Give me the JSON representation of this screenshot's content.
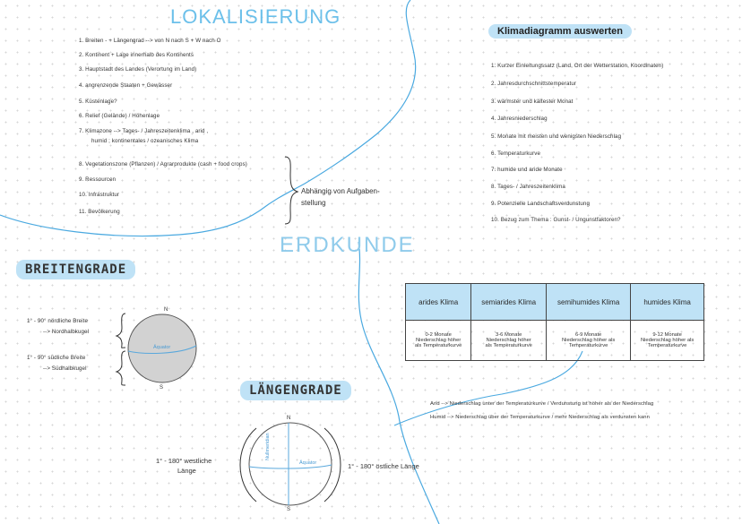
{
  "localization": {
    "title": "LOKALISIERUNG",
    "items": [
      "1. Breiten - + Längengrad --> von N nach S   + W nach O",
      "2. Kontinent + Lage innerhalb des Kontinents",
      "3. Hauptstadt des Landes (Verortung im Land)",
      "4. angrenzende Staaten + Gewässer",
      "5. Küstenlage?",
      "6. Relief (Gelände) / Höhenlage",
      "7. Klimazone --> Tages- / Jahreszeitenklima , arid ,",
      "humid ; kontinentales / ozeanisches Klima",
      "8. Vegetationszone (Pflanzen) / Agrarprodukte (cash + food crops)",
      "9. Ressourcen",
      "10. Infrastruktur",
      "11. Bevölkerung"
    ],
    "brace_note_line1": "Abhängig von Aufgaben-",
    "brace_note_line2": "stellung"
  },
  "center_title": "ERDKUNDE",
  "climate_eval": {
    "title": "Klimadiagramm auswerten",
    "items": [
      "1. Kurzer Einleitungssatz (Land, Ort der Wetterstation, Koordinaten)",
      "2. Jahresdurchschnittstemperatur",
      "3. wärmster und kältester Monat",
      "4. Jahresniederschlag",
      "5. Monate mit meisten und wenigsten Niederschlag",
      "6. Temperaturkurve",
      "7. humide und aride Monate",
      "8. Tages- / Jahreszeitenklima",
      "9. Potenzielle Landschaftsverdunstung",
      "10. Bezug zum Thema :   Gunst- / Ungunstfaktoren?"
    ]
  },
  "climate_table": {
    "headers": [
      "arides Klima",
      "semiarides Klima",
      "semihumides Klima",
      "humides Klima"
    ],
    "cells": [
      [
        "0-2 Monate",
        "Niederschlag höher",
        "als Temperaturkurve"
      ],
      [
        "3-6 Monate",
        "Niederschlag höher",
        "als Temperaturkurve"
      ],
      [
        "6-9 Monate",
        "Niederschlag höher als",
        "Temperaturkurve"
      ],
      [
        "9-12 Monate",
        "Niederschlag höher als",
        "Temperaturkurve"
      ]
    ]
  },
  "definitions": {
    "arid": "Arid -->   Niederschlag unter der Temperaturkurve / Verdunstung ist höher als der Niederschlag",
    "humid": "Humid -->  Niederschlag über der Temperaturkurve / mehr Niederschlag als verdunsten kann"
  },
  "latitude": {
    "title": "BREITENGRADE",
    "north_line1": "1° - 90° nördliche Breite",
    "north_line2": "--> Nordhalbkugel",
    "south_line1": "1° - 90° südliche Breite",
    "south_line2": "--> Südhalbkugel",
    "n": "N",
    "s": "S",
    "equator": "Äquator"
  },
  "longitude": {
    "title": "LÄNGENGRADE",
    "west_line1": "1° - 180° westliche",
    "west_line2": "Länge",
    "east": "1° - 180° östliche Länge",
    "n": "N",
    "s": "S",
    "equator": "Äquator",
    "meridian": "Nullmeridian"
  },
  "colors": {
    "accent": "#bfe2f6",
    "title_blue": "#6cc0ea",
    "divider_blue": "#4aa9e0",
    "globe_gray": "#d2d2d2"
  }
}
